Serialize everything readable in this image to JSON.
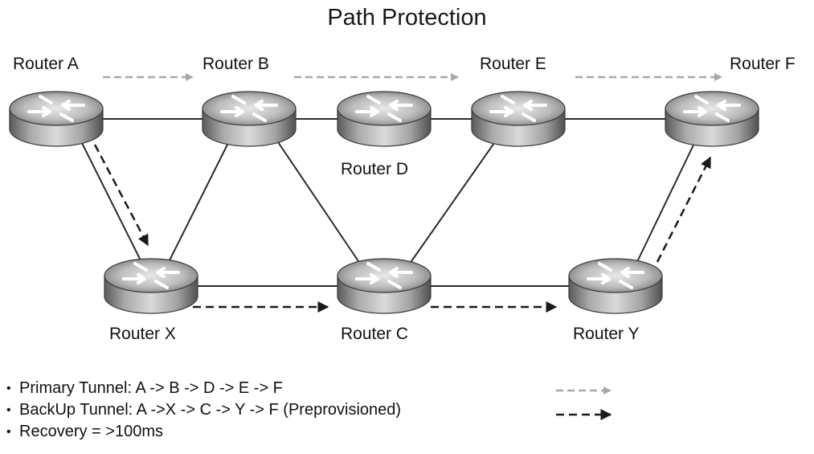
{
  "title": "Path Protection",
  "routers": {
    "a": {
      "label": "Router A"
    },
    "b": {
      "label": "Router B"
    },
    "d": {
      "label": "Router D"
    },
    "e": {
      "label": "Router E"
    },
    "f": {
      "label": "Router F"
    },
    "x": {
      "label": "Router X"
    },
    "c": {
      "label": "Router C"
    },
    "y": {
      "label": "Router Y"
    }
  },
  "legend": {
    "bullet": "•",
    "primary": "Primary Tunnel: A -> B -> D -> E -> F",
    "backup": "BackUp Tunnel: A ->X -> C -> Y -> F (Preprovisioned)",
    "recovery": "Recovery = >100ms"
  },
  "colors": {
    "primary_arrow": "#a8a8a8",
    "backup_arrow": "#1a1a1a",
    "link": "#2a2a2a"
  },
  "icons": {
    "router": "router-icon"
  }
}
